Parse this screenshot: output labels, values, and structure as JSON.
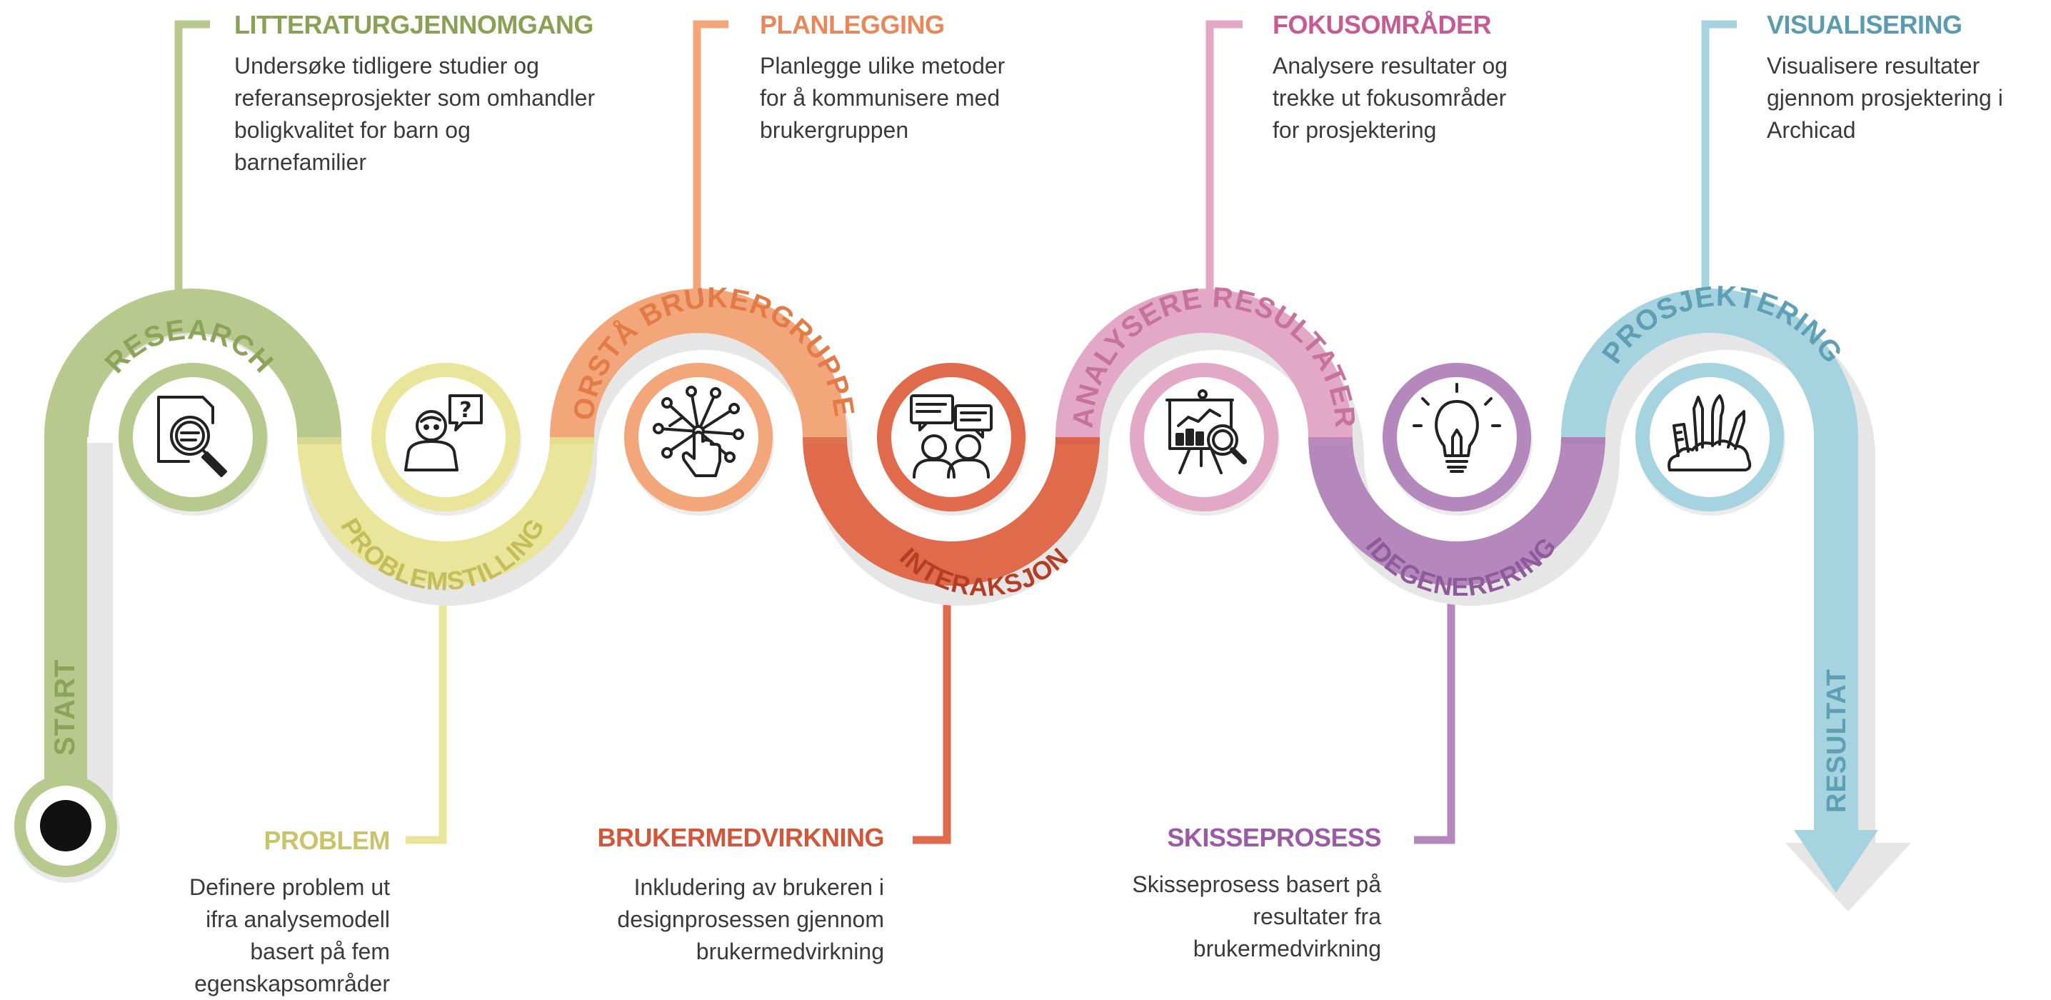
{
  "colors": {
    "research": "#b7c98c",
    "problem": "#e9e59b",
    "forsta": "#f2a67a",
    "interaksjon": "#e06a4c",
    "analysere": "#e2a8c6",
    "ide": "#b588bd",
    "prosjektering": "#a6d3e0",
    "shadow": "#e3e3e3",
    "icon": "#222222"
  },
  "bands": {
    "start": "START",
    "research": "RESEARCH",
    "problemstilling": "PROBLEMSTILLING",
    "forsta": "FORSTÅ BRUKERGRUPPEN",
    "interaksjon": "INTERAKSJON",
    "analysere": "ANALYSERE RESULTATER",
    "idegenerering": "IDEGENERERING",
    "prosjektering": "PROSJEKTERING",
    "resultat": "RESULTAT"
  },
  "icons": [
    "document-search-icon",
    "question-person-icon",
    "touch-network-icon",
    "conversation-icon",
    "presentation-analysis-icon",
    "lightbulb-icon",
    "art-tools-icon"
  ],
  "callouts": {
    "litteratur": {
      "title": "LITTERATURGJENNOMGANG",
      "title_color": "#8aa153",
      "text": "Undersøke tidligere studier og\nreferanseprosjekter som omhandler\nboligkvalitet for barn og\nbarnefamilier"
    },
    "planlegging": {
      "title": "PLANLEGGING",
      "title_color": "#e8885a",
      "text": "Planlegge ulike metoder\nfor å kommunisere med\nbrukergruppen"
    },
    "fokus": {
      "title": "FOKUSOMRÅDER",
      "title_color": "#c65a93",
      "text": "Analysere resultater og\ntrekke ut fokusområder\nfor prosjektering"
    },
    "visualisering": {
      "title": "VISUALISERING",
      "title_color": "#5b9bb0",
      "text": "Visualisere resultater\ngjennom prosjektering i\nArchicad"
    },
    "problem": {
      "title": "PROBLEM",
      "title_color": "#c9c46a",
      "text": "Definere problem ut\nifra  analysemodell\nbasert på fem\negenskapsområder"
    },
    "bruker": {
      "title": "BRUKERMEDVIRKNING",
      "title_color": "#d2563a",
      "text": "Inkludering av brukeren i\ndesignprosessen gjennom\nbrukermedvirkning"
    },
    "skisse": {
      "title": "SKISSEPROSESS",
      "title_color": "#9a5aa6",
      "text": "Skisseprosess basert på\nresultater fra\nbrukermedvirkning"
    }
  }
}
